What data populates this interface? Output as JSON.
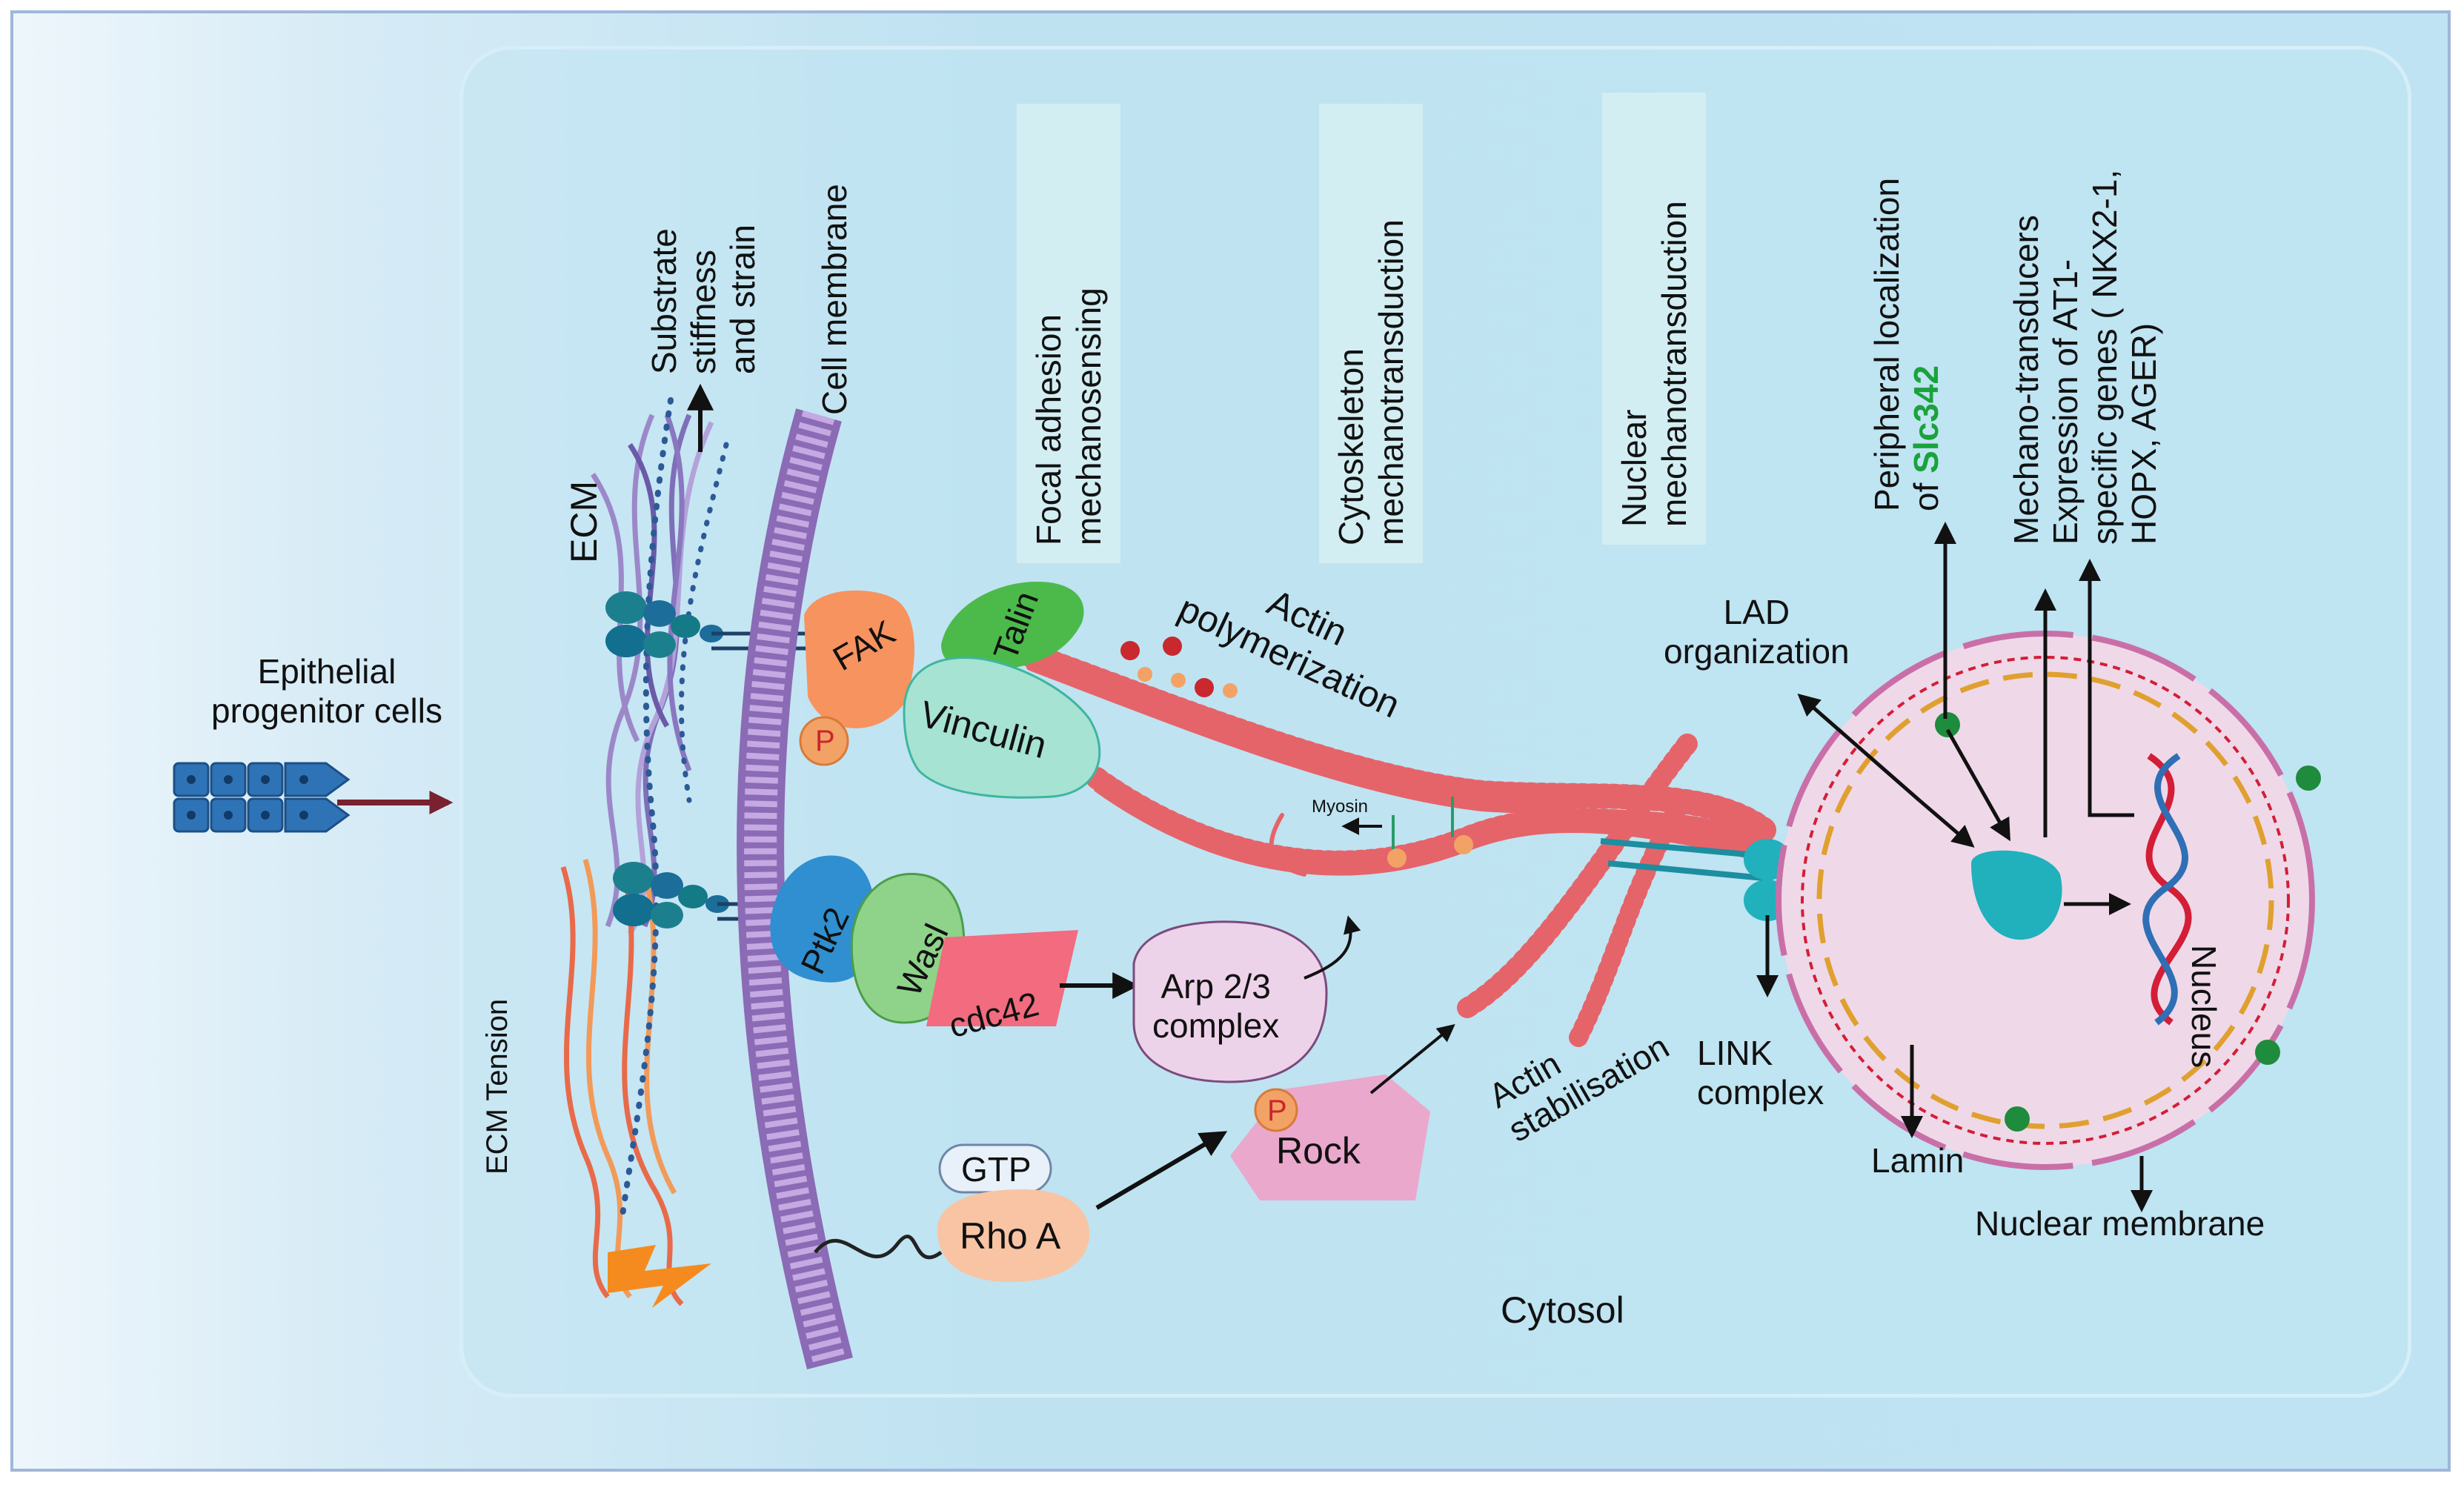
{
  "labels": {
    "epithelial": [
      "Epithelial",
      "progenitor cells"
    ],
    "ecm": "ECM",
    "substrate": [
      "Substrate",
      "stiffness",
      "and strain"
    ],
    "cell_membrane": "Cell membrane",
    "ecm_tension": "ECM Tension",
    "focal_adhesion": [
      "Focal adhesion",
      "mechanosensing"
    ],
    "cytoskeleton": [
      "Cytoskeleton",
      "mechanotransduction"
    ],
    "nuclear_mech": [
      "Nuclear",
      "mechanotransduction"
    ],
    "peripheral": [
      "Peripheral localization",
      "of ",
      "Slc342"
    ],
    "mechano_transducers": [
      "Mechano-transducers",
      "Expression of AT1-",
      "specific genes ( NKX2-1,",
      "HOPX, AGER)"
    ],
    "actin_poly": [
      "Actin",
      "polymerization"
    ],
    "lad": [
      "LAD",
      "organization"
    ],
    "myosin": "Myosin",
    "nucleus": "Nucleus",
    "link": [
      "LINK",
      "complex"
    ],
    "lamin": "Lamin",
    "nuclear_membrane": "Nuclear membrane",
    "actin_stab": [
      "Actin",
      "stabilisation"
    ],
    "cytosol": "Cytosol"
  },
  "proteins": {
    "fak": "FAK",
    "talin": "Talin",
    "vinculin": "Vinculin",
    "ptk2": "Ptk2",
    "wasl": "Wasl",
    "cdc42": "cdc42",
    "arp": [
      "Arp 2/3",
      "complex"
    ],
    "rock": "Rock",
    "gtp": "GTP",
    "rhoa": "Rho A",
    "phospho": "P"
  },
  "colors": {
    "fak": "#f7935f",
    "talin": "#4cba4a",
    "vinculin": "#a7e3d2",
    "ptk2": "#2f8fd0",
    "wasl": "#8fd38a",
    "cdc42": "#f26b7e",
    "arp": "#edd3ea",
    "rock": "#e9a8cc",
    "gtp": "#e8f0fa",
    "rhoa": "#f8c4a4",
    "nucleus_fill": "#efd9e8",
    "membrane": "#a386c7",
    "actin": "#e5646a",
    "accent_green": "#1aa23c"
  }
}
